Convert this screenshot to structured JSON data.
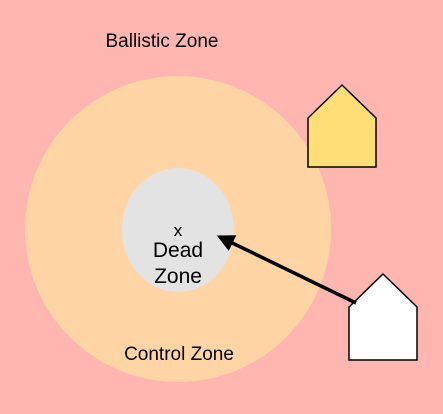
{
  "diagram": {
    "zones": {
      "ballistic": {
        "label": "Ballistic Zone",
        "color": "#ffb6b0"
      },
      "control": {
        "label": "Control Zone",
        "color": "#ffd5a6"
      },
      "dead": {
        "label_line1": "Dead",
        "label_line2": "Zone",
        "color": "#e3e3e3"
      }
    },
    "center_marker": "x",
    "houses": [
      {
        "name": "yellow-house",
        "color": "#ffdd77"
      },
      {
        "name": "white-house",
        "color": "#ffffff"
      }
    ],
    "arrow_color": "#000000"
  }
}
